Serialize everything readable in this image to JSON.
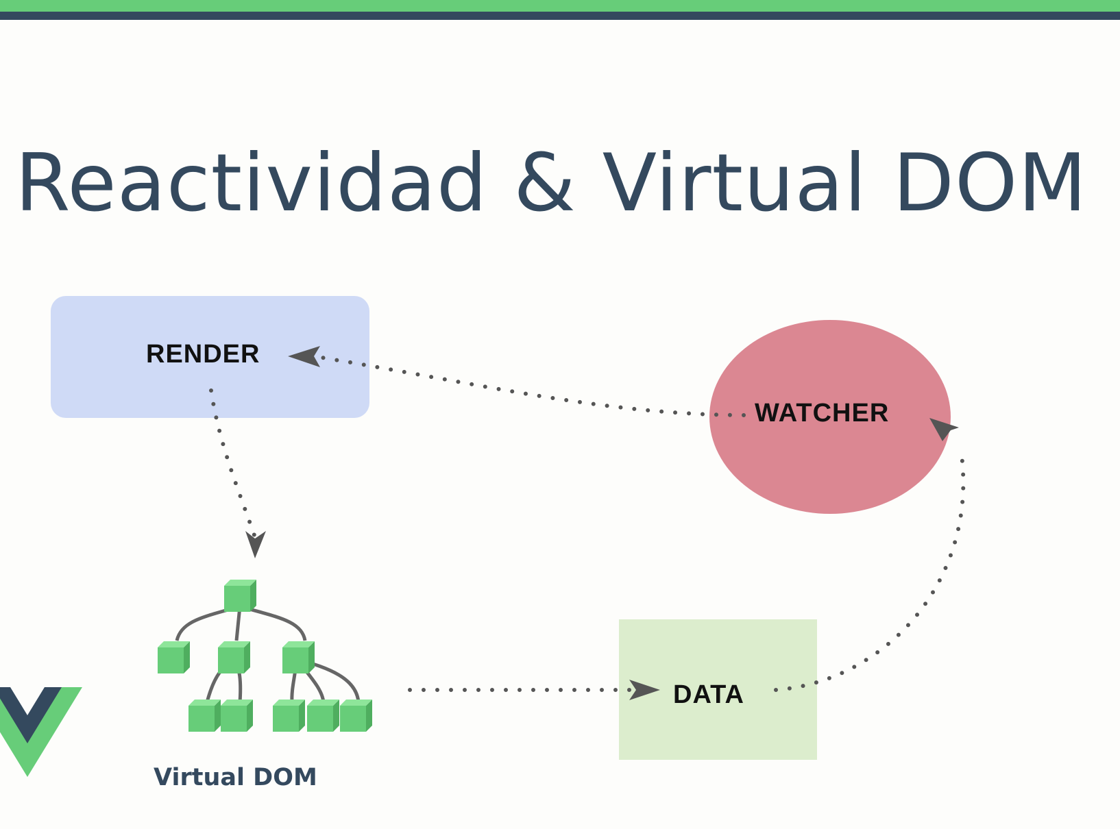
{
  "slide": {
    "title": "Reactividad & Virtual DOM"
  },
  "diagram": {
    "nodes": {
      "render": "RENDER",
      "watcher": "WATCHER",
      "data": "DATA"
    },
    "virtual_dom_caption": "Virtual DOM",
    "arrows": [
      {
        "from": "watcher",
        "to": "render",
        "style": "dotted"
      },
      {
        "from": "render",
        "to": "virtual-dom",
        "style": "dotted"
      },
      {
        "from": "virtual-dom",
        "to": "data",
        "style": "dotted"
      },
      {
        "from": "data",
        "to": "watcher",
        "style": "dotted"
      }
    ]
  },
  "colors": {
    "accent_green": "#67cd79",
    "dark_slate": "#34495e",
    "render_fill": "#cfdaf6",
    "watcher_fill": "#db8792",
    "data_fill": "#dcedcd",
    "arrow_gray": "#555555"
  },
  "icons": {
    "logo": "vue-logo-icon",
    "tree": "virtual-dom-tree-icon"
  }
}
